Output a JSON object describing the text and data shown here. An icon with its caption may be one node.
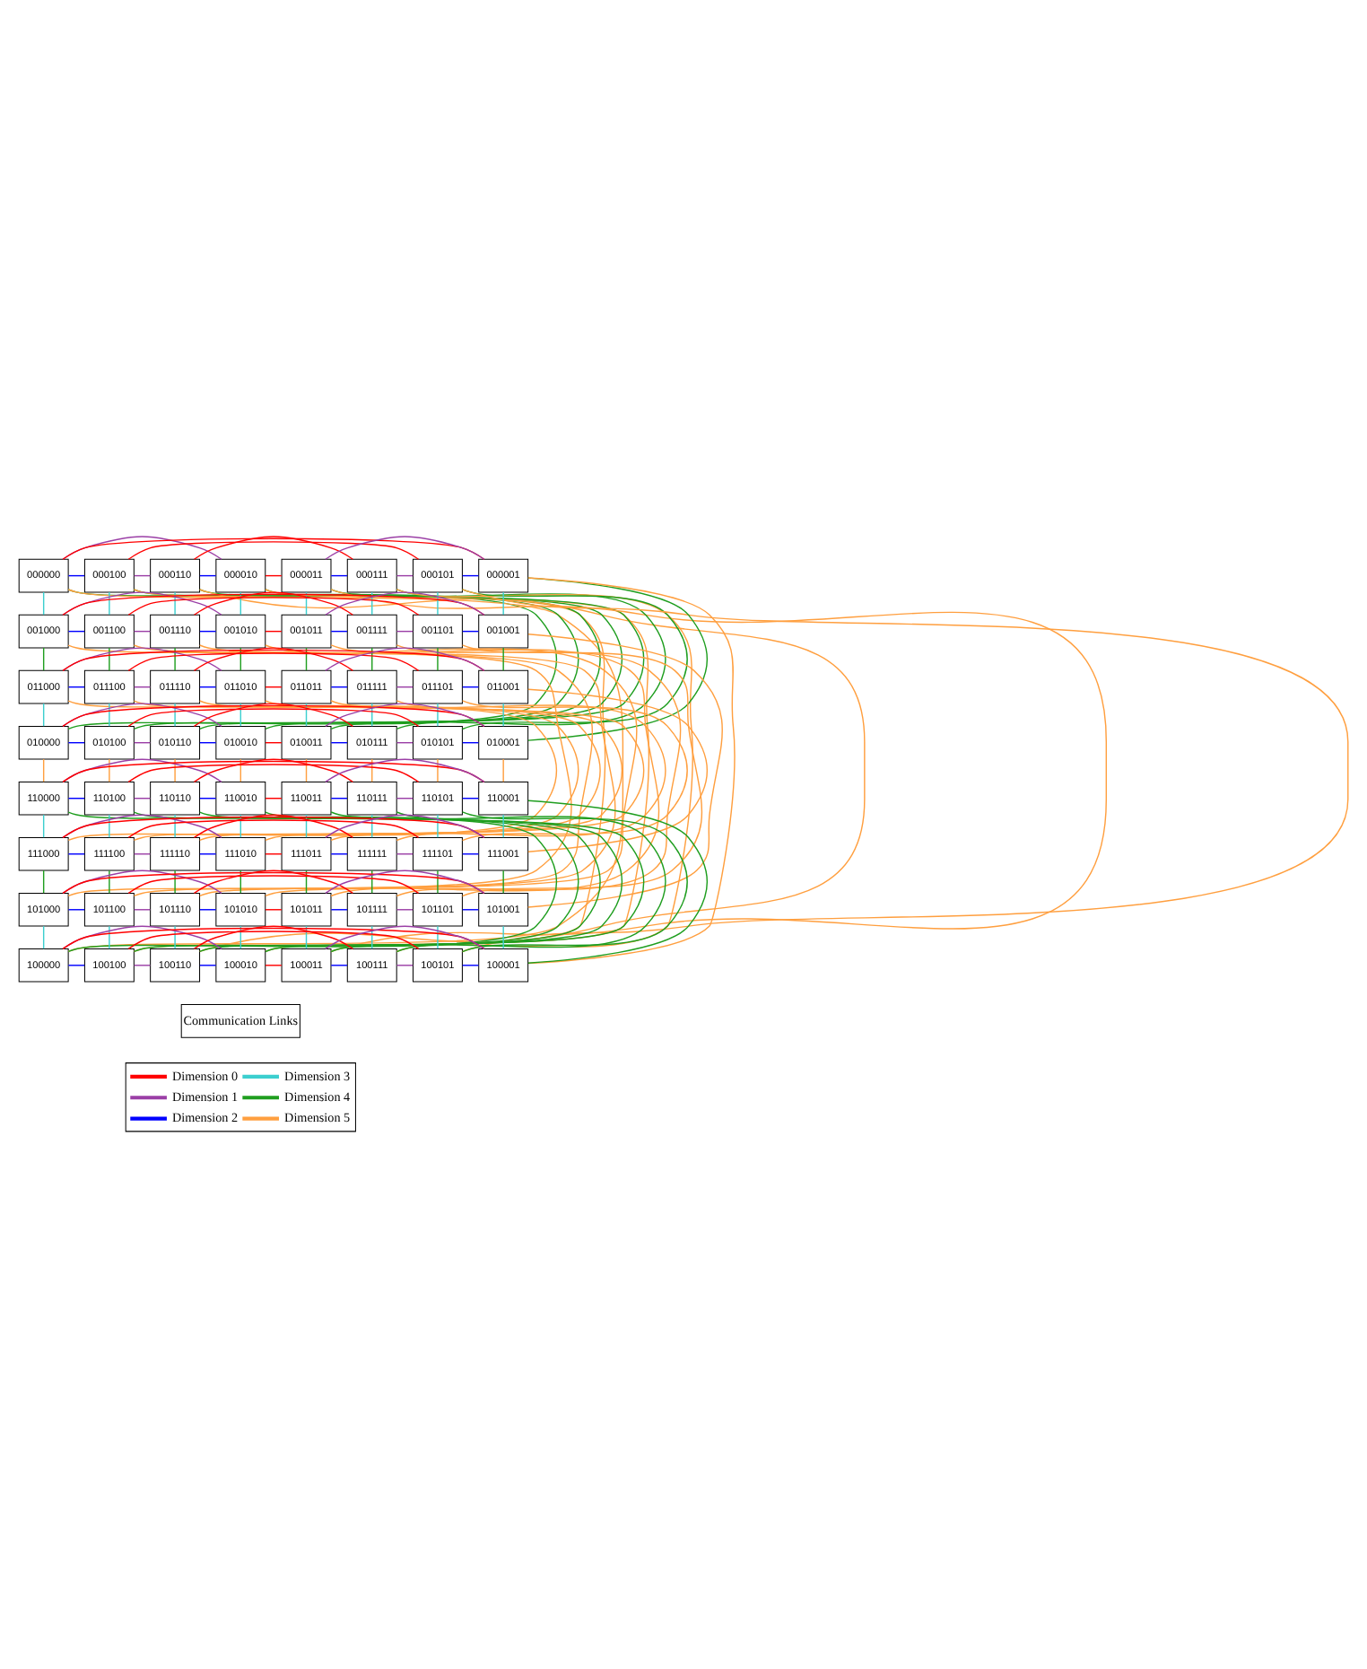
{
  "diagram": {
    "nodes": [
      {
        "text": [
          "000000"
        ]
      },
      {
        "text": [
          "000100"
        ]
      },
      {
        "text": [
          "000110"
        ]
      },
      {
        "text": [
          "000010"
        ]
      },
      {
        "text": [
          "000011"
        ]
      },
      {
        "text": [
          "000111"
        ]
      },
      {
        "text": [
          "000101"
        ]
      },
      {
        "text": [
          "000001"
        ]
      },
      {
        "text": [
          "001000"
        ]
      },
      {
        "text": [
          "001100"
        ]
      },
      {
        "text": [
          "001110"
        ]
      },
      {
        "text": [
          "001010"
        ]
      },
      {
        "text": [
          "001011"
        ]
      },
      {
        "text": [
          "001111"
        ]
      },
      {
        "text": [
          "001101"
        ]
      },
      {
        "text": [
          "001001"
        ]
      },
      {
        "text": [
          "011000"
        ]
      },
      {
        "text": [
          "011100"
        ]
      },
      {
        "text": [
          "011110"
        ]
      },
      {
        "text": [
          "011010"
        ]
      },
      {
        "text": [
          "011011"
        ]
      },
      {
        "text": [
          "011111"
        ]
      },
      {
        "text": [
          "011101"
        ]
      },
      {
        "text": [
          "011001"
        ]
      },
      {
        "text": [
          "010000"
        ]
      },
      {
        "text": [
          "010100"
        ]
      },
      {
        "text": [
          "010110"
        ]
      },
      {
        "text": [
          "010010"
        ]
      },
      {
        "text": [
          "010011"
        ]
      },
      {
        "text": [
          "010111"
        ]
      },
      {
        "text": [
          "010101"
        ]
      },
      {
        "text": [
          "010001"
        ]
      },
      {
        "text": [
          "110000"
        ]
      },
      {
        "text": [
          "110100"
        ]
      },
      {
        "text": [
          "110110"
        ]
      },
      {
        "text": [
          "110010"
        ]
      },
      {
        "text": [
          "110011"
        ]
      },
      {
        "text": [
          "110111"
        ]
      },
      {
        "text": [
          "110101"
        ]
      },
      {
        "text": [
          "110001"
        ]
      },
      {
        "text": [
          "111000"
        ]
      },
      {
        "text": [
          "111100"
        ]
      },
      {
        "text": [
          "111110"
        ]
      },
      {
        "text": [
          "111010"
        ]
      },
      {
        "text": [
          "111011"
        ]
      },
      {
        "text": [
          "111111"
        ]
      },
      {
        "text": [
          "111101"
        ]
      },
      {
        "text": [
          "111001"
        ]
      },
      {
        "text": [
          "101000"
        ]
      },
      {
        "text": [
          "101100"
        ]
      },
      {
        "text": [
          "101110"
        ]
      },
      {
        "text": [
          "101010"
        ]
      },
      {
        "text": [
          "101011"
        ]
      },
      {
        "text": [
          "101111"
        ]
      },
      {
        "text": [
          "101101"
        ]
      },
      {
        "text": [
          "101001"
        ]
      },
      {
        "text": [
          "100000"
        ]
      },
      {
        "text": [
          "100100"
        ]
      },
      {
        "text": [
          "100110"
        ]
      },
      {
        "text": [
          "100010"
        ]
      },
      {
        "text": [
          "100011"
        ]
      },
      {
        "text": [
          "100111"
        ]
      },
      {
        "text": [
          "100101"
        ]
      },
      {
        "text": [
          "100001"
        ]
      }
    ],
    "edges": [
      {
        "from": 0,
        "to": 7,
        "arrow": "none",
        "color": "#ff0000"
      },
      {
        "from": 1,
        "to": 6,
        "arrow": "none",
        "color": "#ff0000"
      },
      {
        "from": 2,
        "to": 5,
        "arrow": "none",
        "color": "#ff0000"
      },
      {
        "from": 3,
        "to": 4,
        "arrow": "none",
        "color": "#ff0000"
      },
      {
        "from": 8,
        "to": 15,
        "arrow": "none",
        "color": "#ff0000"
      },
      {
        "from": 9,
        "to": 14,
        "arrow": "none",
        "color": "#ff0000"
      },
      {
        "from": 10,
        "to": 13,
        "arrow": "none",
        "color": "#ff0000"
      },
      {
        "from": 11,
        "to": 12,
        "arrow": "none",
        "color": "#ff0000"
      },
      {
        "from": 16,
        "to": 23,
        "arrow": "none",
        "color": "#ff0000"
      },
      {
        "from": 17,
        "to": 22,
        "arrow": "none",
        "color": "#ff0000"
      },
      {
        "from": 18,
        "to": 21,
        "arrow": "none",
        "color": "#ff0000"
      },
      {
        "from": 19,
        "to": 20,
        "arrow": "none",
        "color": "#ff0000"
      },
      {
        "from": 24,
        "to": 31,
        "arrow": "none",
        "color": "#ff0000"
      },
      {
        "from": 25,
        "to": 30,
        "arrow": "none",
        "color": "#ff0000"
      },
      {
        "from": 26,
        "to": 29,
        "arrow": "none",
        "color": "#ff0000"
      },
      {
        "from": 27,
        "to": 28,
        "arrow": "none",
        "color": "#ff0000"
      },
      {
        "from": 32,
        "to": 39,
        "arrow": "none",
        "color": "#ff0000"
      },
      {
        "from": 33,
        "to": 38,
        "arrow": "none",
        "color": "#ff0000"
      },
      {
        "from": 34,
        "to": 37,
        "arrow": "none",
        "color": "#ff0000"
      },
      {
        "from": 35,
        "to": 36,
        "arrow": "none",
        "color": "#ff0000"
      },
      {
        "from": 40,
        "to": 47,
        "arrow": "none",
        "color": "#ff0000"
      },
      {
        "from": 41,
        "to": 46,
        "arrow": "none",
        "color": "#ff0000"
      },
      {
        "from": 42,
        "to": 45,
        "arrow": "none",
        "color": "#ff0000"
      },
      {
        "from": 43,
        "to": 44,
        "arrow": "none",
        "color": "#ff0000"
      },
      {
        "from": 48,
        "to": 55,
        "arrow": "none",
        "color": "#ff0000"
      },
      {
        "from": 49,
        "to": 54,
        "arrow": "none",
        "color": "#ff0000"
      },
      {
        "from": 50,
        "to": 53,
        "arrow": "none",
        "color": "#ff0000"
      },
      {
        "from": 51,
        "to": 52,
        "arrow": "none",
        "color": "#ff0000"
      },
      {
        "from": 56,
        "to": 63,
        "arrow": "none",
        "color": "#ff0000"
      },
      {
        "from": 57,
        "to": 62,
        "arrow": "none",
        "color": "#ff0000"
      },
      {
        "from": 58,
        "to": 61,
        "arrow": "none",
        "color": "#ff0000"
      },
      {
        "from": 59,
        "to": 60,
        "arrow": "none",
        "color": "#ff0000"
      },
      {
        "from": 0,
        "to": 3,
        "arrow": "none",
        "color": "#9b3fa6"
      },
      {
        "from": 1,
        "to": 2,
        "arrow": "none",
        "color": "#9b3fa6"
      },
      {
        "from": 5,
        "to": 6,
        "arrow": "none",
        "color": "#9b3fa6"
      },
      {
        "from": 4,
        "to": 7,
        "arrow": "none",
        "color": "#9b3fa6"
      },
      {
        "from": 8,
        "to": 11,
        "arrow": "none",
        "color": "#9b3fa6"
      },
      {
        "from": 9,
        "to": 10,
        "arrow": "none",
        "color": "#9b3fa6"
      },
      {
        "from": 13,
        "to": 14,
        "arrow": "none",
        "color": "#9b3fa6"
      },
      {
        "from": 12,
        "to": 15,
        "arrow": "none",
        "color": "#9b3fa6"
      },
      {
        "from": 16,
        "to": 19,
        "arrow": "none",
        "color": "#9b3fa6"
      },
      {
        "from": 17,
        "to": 18,
        "arrow": "none",
        "color": "#9b3fa6"
      },
      {
        "from": 21,
        "to": 22,
        "arrow": "none",
        "color": "#9b3fa6"
      },
      {
        "from": 20,
        "to": 23,
        "arrow": "none",
        "color": "#9b3fa6"
      },
      {
        "from": 24,
        "to": 27,
        "arrow": "none",
        "color": "#9b3fa6"
      },
      {
        "from": 25,
        "to": 26,
        "arrow": "none",
        "color": "#9b3fa6"
      },
      {
        "from": 29,
        "to": 30,
        "arrow": "none",
        "color": "#9b3fa6"
      },
      {
        "from": 28,
        "to": 31,
        "arrow": "none",
        "color": "#9b3fa6"
      },
      {
        "from": 32,
        "to": 35,
        "arrow": "none",
        "color": "#9b3fa6"
      },
      {
        "from": 33,
        "to": 34,
        "arrow": "none",
        "color": "#9b3fa6"
      },
      {
        "from": 37,
        "to": 38,
        "arrow": "none",
        "color": "#9b3fa6"
      },
      {
        "from": 36,
        "to": 39,
        "arrow": "none",
        "color": "#9b3fa6"
      },
      {
        "from": 40,
        "to": 43,
        "arrow": "none",
        "color": "#9b3fa6"
      },
      {
        "from": 41,
        "to": 42,
        "arrow": "none",
        "color": "#9b3fa6"
      },
      {
        "from": 45,
        "to": 46,
        "arrow": "none",
        "color": "#9b3fa6"
      },
      {
        "from": 44,
        "to": 47,
        "arrow": "none",
        "color": "#9b3fa6"
      },
      {
        "from": 48,
        "to": 51,
        "arrow": "none",
        "color": "#9b3fa6"
      },
      {
        "from": 49,
        "to": 50,
        "arrow": "none",
        "color": "#9b3fa6"
      },
      {
        "from": 53,
        "to": 54,
        "arrow": "none",
        "color": "#9b3fa6"
      },
      {
        "from": 52,
        "to": 55,
        "arrow": "none",
        "color": "#9b3fa6"
      },
      {
        "from": 56,
        "to": 59,
        "arrow": "none",
        "color": "#9b3fa6"
      },
      {
        "from": 57,
        "to": 58,
        "arrow": "none",
        "color": "#9b3fa6"
      },
      {
        "from": 61,
        "to": 62,
        "arrow": "none",
        "color": "#9b3fa6"
      },
      {
        "from": 60,
        "to": 63,
        "arrow": "none",
        "color": "#9b3fa6"
      },
      {
        "from": 0,
        "to": 1,
        "arrow": "none",
        "color": "#0000ff"
      },
      {
        "from": 2,
        "to": 3,
        "arrow": "none",
        "color": "#0000ff"
      },
      {
        "from": 4,
        "to": 5,
        "arrow": "none",
        "color": "#0000ff"
      },
      {
        "from": 6,
        "to": 7,
        "arrow": "none",
        "color": "#0000ff"
      },
      {
        "from": 8,
        "to": 9,
        "arrow": "none",
        "color": "#0000ff"
      },
      {
        "from": 10,
        "to": 11,
        "arrow": "none",
        "color": "#0000ff"
      },
      {
        "from": 12,
        "to": 13,
        "arrow": "none",
        "color": "#0000ff"
      },
      {
        "from": 14,
        "to": 15,
        "arrow": "none",
        "color": "#0000ff"
      },
      {
        "from": 16,
        "to": 17,
        "arrow": "none",
        "color": "#0000ff"
      },
      {
        "from": 18,
        "to": 19,
        "arrow": "none",
        "color": "#0000ff"
      },
      {
        "from": 20,
        "to": 21,
        "arrow": "none",
        "color": "#0000ff"
      },
      {
        "from": 22,
        "to": 23,
        "arrow": "none",
        "color": "#0000ff"
      },
      {
        "from": 24,
        "to": 25,
        "arrow": "none",
        "color": "#0000ff"
      },
      {
        "from": 26,
        "to": 27,
        "arrow": "none",
        "color": "#0000ff"
      },
      {
        "from": 28,
        "to": 29,
        "arrow": "none",
        "color": "#0000ff"
      },
      {
        "from": 30,
        "to": 31,
        "arrow": "none",
        "color": "#0000ff"
      },
      {
        "from": 32,
        "to": 33,
        "arrow": "none",
        "color": "#0000ff"
      },
      {
        "from": 34,
        "to": 35,
        "arrow": "none",
        "color": "#0000ff"
      },
      {
        "from": 36,
        "to": 37,
        "arrow": "none",
        "color": "#0000ff"
      },
      {
        "from": 38,
        "to": 39,
        "arrow": "none",
        "color": "#0000ff"
      },
      {
        "from": 40,
        "to": 41,
        "arrow": "none",
        "color": "#0000ff"
      },
      {
        "from": 42,
        "to": 43,
        "arrow": "none",
        "color": "#0000ff"
      },
      {
        "from": 44,
        "to": 45,
        "arrow": "none",
        "color": "#0000ff"
      },
      {
        "from": 46,
        "to": 47,
        "arrow": "none",
        "color": "#0000ff"
      },
      {
        "from": 48,
        "to": 49,
        "arrow": "none",
        "color": "#0000ff"
      },
      {
        "from": 50,
        "to": 51,
        "arrow": "none",
        "color": "#0000ff"
      },
      {
        "from": 52,
        "to": 53,
        "arrow": "none",
        "color": "#0000ff"
      },
      {
        "from": 54,
        "to": 55,
        "arrow": "none",
        "color": "#0000ff"
      },
      {
        "from": 56,
        "to": 57,
        "arrow": "none",
        "color": "#0000ff"
      },
      {
        "from": 58,
        "to": 59,
        "arrow": "none",
        "color": "#0000ff"
      },
      {
        "from": 60,
        "to": 61,
        "arrow": "none",
        "color": "#0000ff"
      },
      {
        "from": 62,
        "to": 63,
        "arrow": "none",
        "color": "#0000ff"
      },
      {
        "from": 0,
        "to": 8,
        "arrow": "none",
        "color": "#3ccfcf"
      },
      {
        "from": 16,
        "to": 24,
        "arrow": "none",
        "color": "#3ccfcf"
      },
      {
        "from": 32,
        "to": 40,
        "arrow": "none",
        "color": "#3ccfcf"
      },
      {
        "from": 48,
        "to": 56,
        "arrow": "none",
        "color": "#3ccfcf"
      },
      {
        "from": 1,
        "to": 9,
        "arrow": "none",
        "color": "#3ccfcf"
      },
      {
        "from": 17,
        "to": 25,
        "arrow": "none",
        "color": "#3ccfcf"
      },
      {
        "from": 33,
        "to": 41,
        "arrow": "none",
        "color": "#3ccfcf"
      },
      {
        "from": 49,
        "to": 57,
        "arrow": "none",
        "color": "#3ccfcf"
      },
      {
        "from": 2,
        "to": 10,
        "arrow": "none",
        "color": "#3ccfcf"
      },
      {
        "from": 18,
        "to": 26,
        "arrow": "none",
        "color": "#3ccfcf"
      },
      {
        "from": 34,
        "to": 42,
        "arrow": "none",
        "color": "#3ccfcf"
      },
      {
        "from": 50,
        "to": 58,
        "arrow": "none",
        "color": "#3ccfcf"
      },
      {
        "from": 3,
        "to": 11,
        "arrow": "none",
        "color": "#3ccfcf"
      },
      {
        "from": 19,
        "to": 27,
        "arrow": "none",
        "color": "#3ccfcf"
      },
      {
        "from": 35,
        "to": 43,
        "arrow": "none",
        "color": "#3ccfcf"
      },
      {
        "from": 51,
        "to": 59,
        "arrow": "none",
        "color": "#3ccfcf"
      },
      {
        "from": 4,
        "to": 12,
        "arrow": "none",
        "color": "#3ccfcf"
      },
      {
        "from": 20,
        "to": 28,
        "arrow": "none",
        "color": "#3ccfcf"
      },
      {
        "from": 36,
        "to": 44,
        "arrow": "none",
        "color": "#3ccfcf"
      },
      {
        "from": 52,
        "to": 60,
        "arrow": "none",
        "color": "#3ccfcf"
      },
      {
        "from": 5,
        "to": 13,
        "arrow": "none",
        "color": "#3ccfcf"
      },
      {
        "from": 21,
        "to": 29,
        "arrow": "none",
        "color": "#3ccfcf"
      },
      {
        "from": 37,
        "to": 45,
        "arrow": "none",
        "color": "#3ccfcf"
      },
      {
        "from": 53,
        "to": 61,
        "arrow": "none",
        "color": "#3ccfcf"
      },
      {
        "from": 6,
        "to": 14,
        "arrow": "none",
        "color": "#3ccfcf"
      },
      {
        "from": 22,
        "to": 30,
        "arrow": "none",
        "color": "#3ccfcf"
      },
      {
        "from": 38,
        "to": 46,
        "arrow": "none",
        "color": "#3ccfcf"
      },
      {
        "from": 54,
        "to": 62,
        "arrow": "none",
        "color": "#3ccfcf"
      },
      {
        "from": 7,
        "to": 15,
        "arrow": "none",
        "color": "#3ccfcf"
      },
      {
        "from": 23,
        "to": 31,
        "arrow": "none",
        "color": "#3ccfcf"
      },
      {
        "from": 39,
        "to": 47,
        "arrow": "none",
        "color": "#3ccfcf"
      },
      {
        "from": 55,
        "to": 63,
        "arrow": "none",
        "color": "#3ccfcf"
      },
      {
        "from": 8,
        "to": 16,
        "arrow": "none",
        "color": "#1f9e1f"
      },
      {
        "from": 0,
        "to": 24,
        "arrow": "none",
        "color": "#1f9e1f"
      },
      {
        "from": 40,
        "to": 48,
        "arrow": "none",
        "color": "#1f9e1f"
      },
      {
        "from": 32,
        "to": 56,
        "arrow": "none",
        "color": "#1f9e1f"
      },
      {
        "from": 9,
        "to": 17,
        "arrow": "none",
        "color": "#1f9e1f"
      },
      {
        "from": 1,
        "to": 25,
        "arrow": "none",
        "color": "#1f9e1f"
      },
      {
        "from": 41,
        "to": 49,
        "arrow": "none",
        "color": "#1f9e1f"
      },
      {
        "from": 33,
        "to": 57,
        "arrow": "none",
        "color": "#1f9e1f"
      },
      {
        "from": 10,
        "to": 18,
        "arrow": "none",
        "color": "#1f9e1f"
      },
      {
        "from": 2,
        "to": 26,
        "arrow": "none",
        "color": "#1f9e1f"
      },
      {
        "from": 42,
        "to": 50,
        "arrow": "none",
        "color": "#1f9e1f"
      },
      {
        "from": 34,
        "to": 58,
        "arrow": "none",
        "color": "#1f9e1f"
      },
      {
        "from": 11,
        "to": 19,
        "arrow": "none",
        "color": "#1f9e1f"
      },
      {
        "from": 3,
        "to": 27,
        "arrow": "none",
        "color": "#1f9e1f"
      },
      {
        "from": 43,
        "to": 51,
        "arrow": "none",
        "color": "#1f9e1f"
      },
      {
        "from": 35,
        "to": 59,
        "arrow": "none",
        "color": "#1f9e1f"
      },
      {
        "from": 12,
        "to": 20,
        "arrow": "none",
        "color": "#1f9e1f"
      },
      {
        "from": 4,
        "to": 28,
        "arrow": "none",
        "color": "#1f9e1f"
      },
      {
        "from": 44,
        "to": 52,
        "arrow": "none",
        "color": "#1f9e1f"
      },
      {
        "from": 36,
        "to": 60,
        "arrow": "none",
        "color": "#1f9e1f"
      },
      {
        "from": 13,
        "to": 21,
        "arrow": "none",
        "color": "#1f9e1f"
      },
      {
        "from": 5,
        "to": 29,
        "arrow": "none",
        "color": "#1f9e1f"
      },
      {
        "from": 45,
        "to": 53,
        "arrow": "none",
        "color": "#1f9e1f"
      },
      {
        "from": 37,
        "to": 61,
        "arrow": "none",
        "color": "#1f9e1f"
      },
      {
        "from": 14,
        "to": 22,
        "arrow": "none",
        "color": "#1f9e1f"
      },
      {
        "from": 6,
        "to": 30,
        "arrow": "none",
        "color": "#1f9e1f"
      },
      {
        "from": 46,
        "to": 54,
        "arrow": "none",
        "color": "#1f9e1f"
      },
      {
        "from": 38,
        "to": 62,
        "arrow": "none",
        "color": "#1f9e1f"
      },
      {
        "from": 15,
        "to": 23,
        "arrow": "none",
        "color": "#1f9e1f"
      },
      {
        "from": 7,
        "to": 31,
        "arrow": "none",
        "color": "#1f9e1f"
      },
      {
        "from": 47,
        "to": 55,
        "arrow": "none",
        "color": "#1f9e1f"
      },
      {
        "from": 39,
        "to": 63,
        "arrow": "none",
        "color": "#1f9e1f"
      },
      {
        "from": 24,
        "to": 32,
        "arrow": "none",
        "color": "#ff9f3f"
      },
      {
        "from": 0,
        "to": 56,
        "arrow": "none",
        "color": "#ff9f3f"
      },
      {
        "from": 16,
        "to": 40,
        "arrow": "none",
        "color": "#ff9f3f"
      },
      {
        "from": 8,
        "to": 48,
        "arrow": "none",
        "color": "#ff9f3f"
      },
      {
        "from": 25,
        "to": 33,
        "arrow": "none",
        "color": "#ff9f3f"
      },
      {
        "from": 1,
        "to": 57,
        "arrow": "none",
        "color": "#ff9f3f"
      },
      {
        "from": 17,
        "to": 41,
        "arrow": "none",
        "color": "#ff9f3f"
      },
      {
        "from": 9,
        "to": 49,
        "arrow": "none",
        "color": "#ff9f3f"
      },
      {
        "from": 26,
        "to": 34,
        "arrow": "none",
        "color": "#ff9f3f"
      },
      {
        "from": 2,
        "to": 58,
        "arrow": "none",
        "color": "#ff9f3f"
      },
      {
        "from": 18,
        "to": 42,
        "arrow": "none",
        "color": "#ff9f3f"
      },
      {
        "from": 10,
        "to": 50,
        "arrow": "none",
        "color": "#ff9f3f"
      },
      {
        "from": 27,
        "to": 35,
        "arrow": "none",
        "color": "#ff9f3f"
      },
      {
        "from": 3,
        "to": 59,
        "arrow": "none",
        "color": "#ff9f3f"
      },
      {
        "from": 19,
        "to": 43,
        "arrow": "none",
        "color": "#ff9f3f"
      },
      {
        "from": 11,
        "to": 51,
        "arrow": "none",
        "color": "#ff9f3f"
      },
      {
        "from": 28,
        "to": 36,
        "arrow": "none",
        "color": "#ff9f3f"
      },
      {
        "from": 4,
        "to": 60,
        "arrow": "none",
        "color": "#ff9f3f"
      },
      {
        "from": 20,
        "to": 44,
        "arrow": "none",
        "color": "#ff9f3f"
      },
      {
        "from": 12,
        "to": 52,
        "arrow": "none",
        "color": "#ff9f3f"
      },
      {
        "from": 29,
        "to": 37,
        "arrow": "none",
        "color": "#ff9f3f"
      },
      {
        "from": 5,
        "to": 61,
        "arrow": "none",
        "color": "#ff9f3f"
      },
      {
        "from": 21,
        "to": 45,
        "arrow": "none",
        "color": "#ff9f3f"
      },
      {
        "from": 13,
        "to": 53,
        "arrow": "none",
        "color": "#ff9f3f"
      },
      {
        "from": 30,
        "to": 38,
        "arrow": "none",
        "color": "#ff9f3f"
      },
      {
        "from": 6,
        "to": 62,
        "arrow": "none",
        "color": "#ff9f3f"
      },
      {
        "from": 22,
        "to": 46,
        "arrow": "none",
        "color": "#ff9f3f"
      },
      {
        "from": 14,
        "to": 54,
        "arrow": "none",
        "color": "#ff9f3f"
      },
      {
        "from": 31,
        "to": 39,
        "arrow": "none",
        "color": "#ff9f3f"
      },
      {
        "from": 7,
        "to": 63,
        "arrow": "none",
        "color": "#ff9f3f"
      },
      {
        "from": 23,
        "to": 47,
        "arrow": "none",
        "color": "#ff9f3f"
      },
      {
        "from": 15,
        "to": 55,
        "arrow": "none",
        "color": "#ff9f3f"
      }
    ],
    "labels": [
      "Communication Links"
    ],
    "legend": [
      {
        "text": "Dimension 0",
        "color": "#ff0000"
      },
      {
        "text": "Dimension 1",
        "color": "#9b3fa6"
      },
      {
        "text": "Dimension 2",
        "color": "#0000ff"
      },
      {
        "text": "Dimension 3",
        "color": "#3ccfcf"
      },
      {
        "text": "Dimension 4",
        "color": "#1f9e1f"
      },
      {
        "text": "Dimension 5",
        "color": "#ff9f3f"
      }
    ]
  }
}
